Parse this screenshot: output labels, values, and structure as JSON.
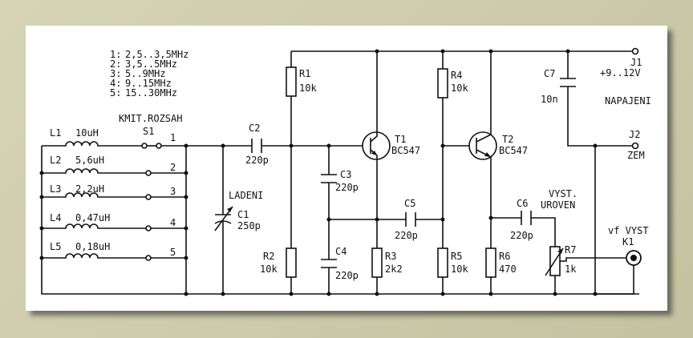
{
  "ranges": [
    {
      "num": "1:",
      "text": "2,5..3,5MHz"
    },
    {
      "num": "2:",
      "text": "3,5..5MHz"
    },
    {
      "num": "3:",
      "text": "5..9MHz"
    },
    {
      "num": "4:",
      "text": "9..15MHz"
    },
    {
      "num": "5:",
      "text": "15..30MHz"
    }
  ],
  "switch": {
    "title": "KMIT.ROZSAH",
    "ref": "S1",
    "positions": [
      "1",
      "2",
      "3",
      "4",
      "5"
    ]
  },
  "inductors": [
    {
      "ref": "L1",
      "value": "10uH"
    },
    {
      "ref": "L2",
      "value": "5,6uH"
    },
    {
      "ref": "L3",
      "value": "2,2uH"
    },
    {
      "ref": "L4",
      "value": "0,47uH"
    },
    {
      "ref": "L5",
      "value": "0,18uH"
    }
  ],
  "C1": {
    "label": "LADENI",
    "ref": "C1",
    "value": "250p"
  },
  "C2": {
    "ref": "C2",
    "value": "220p"
  },
  "C3": {
    "ref": "C3",
    "value": "220p"
  },
  "C4": {
    "ref": "C4",
    "value": "220p"
  },
  "C5": {
    "ref": "C5",
    "value": "220p"
  },
  "C6": {
    "ref": "C6",
    "value": "220p"
  },
  "C7": {
    "ref": "C7",
    "value": "10n"
  },
  "R1": {
    "ref": "R1",
    "value": "10k"
  },
  "R2": {
    "ref": "R2",
    "value": "10k"
  },
  "R3": {
    "ref": "R3",
    "value": "2k2"
  },
  "R4": {
    "ref": "R4",
    "value": "10k"
  },
  "R5": {
    "ref": "R5",
    "value": "10k"
  },
  "R6": {
    "ref": "R6",
    "value": "470"
  },
  "R7": {
    "ref": "R7",
    "value": "1k",
    "label1": "VYST.",
    "label2": "UROVEN"
  },
  "T1": {
    "ref": "T1",
    "type": "BC547"
  },
  "T2": {
    "ref": "T2",
    "type": "BC547"
  },
  "J1": {
    "ref": "J1",
    "value": "+9..12V",
    "label": "NAPAJENI"
  },
  "J2": {
    "ref": "J2",
    "label": "ZEM"
  },
  "K1": {
    "label1": "vf VYST",
    "ref": "K1"
  }
}
